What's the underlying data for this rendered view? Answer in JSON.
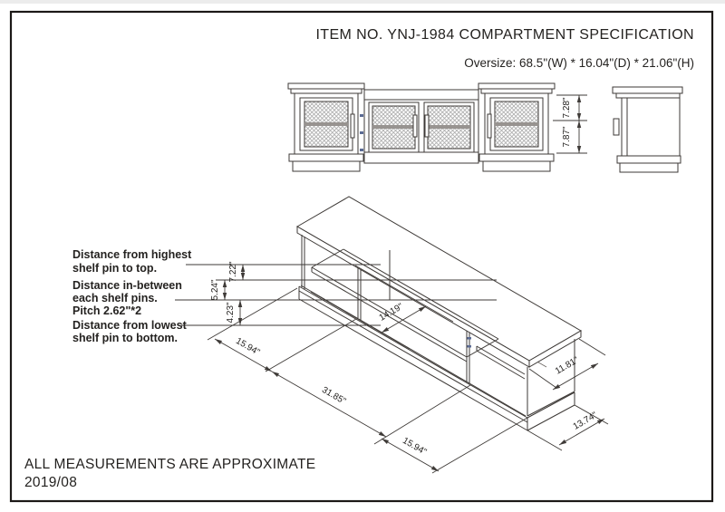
{
  "header": {
    "title": "ITEM NO. YNJ-1984 COMPARTMENT SPECIFICATION",
    "oversize": "Oversize: 68.5\"(W) * 16.04\"(D) * 21.06\"(H)"
  },
  "annotations": {
    "highest": {
      "line1": "Distance from highest",
      "line2": "shelf pin to top."
    },
    "between": {
      "line1": "Distance in-between",
      "line2": "each shelf pins.",
      "line3": "Pitch 2.62\"*2"
    },
    "lowest": {
      "line1": "Distance from lowest",
      "line2": "shelf pin to bottom."
    }
  },
  "dimensions": {
    "front_upper": "7.28\"",
    "front_lower": "7.87\"",
    "pin_to_top": "7.22\"",
    "pin_pitch": "5.24\"",
    "pin_to_bottom": "4.23\"",
    "center_opening_depth": "14.19\"",
    "bottom_left": "15.94\"",
    "bottom_center": "31.85\"",
    "bottom_right": "15.94\"",
    "side_panel_depth": "11.81\"",
    "base_depth": "13.74\""
  },
  "footer": {
    "line1": "ALL MEASUREMENTS ARE APPROXIMATE",
    "line2": "2019/08"
  },
  "colors": {
    "line": "#3e3a37",
    "text": "#242220",
    "pin_mark": "#5b6b94",
    "border": "#1c1917",
    "mesh": "#adadad"
  }
}
